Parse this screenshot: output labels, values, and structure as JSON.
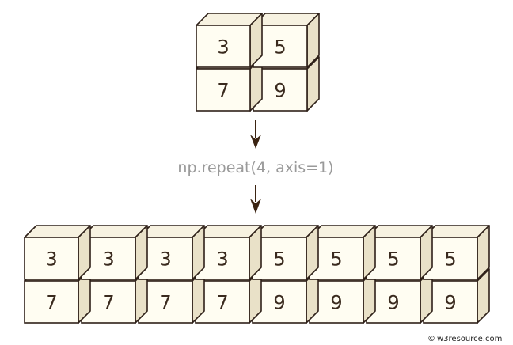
{
  "input": {
    "rows": [
      [
        "3",
        "5"
      ],
      [
        "7",
        "9"
      ]
    ]
  },
  "operation": {
    "label": "np.repeat(4, axis=1)"
  },
  "output": {
    "rows": [
      [
        "3",
        "3",
        "3",
        "3",
        "5",
        "5",
        "5",
        "5"
      ],
      [
        "7",
        "7",
        "7",
        "7",
        "9",
        "9",
        "9",
        "9"
      ]
    ]
  },
  "credit": {
    "symbol": "©",
    "text": "w3resource.com"
  },
  "colors": {
    "cube_face": "#fffdf2",
    "cube_top": "#f7f2e1",
    "cube_side": "#e9e1c8",
    "cube_outline": "#2f2119",
    "arrow": "#3b2412",
    "label": "#9a9a9a"
  }
}
